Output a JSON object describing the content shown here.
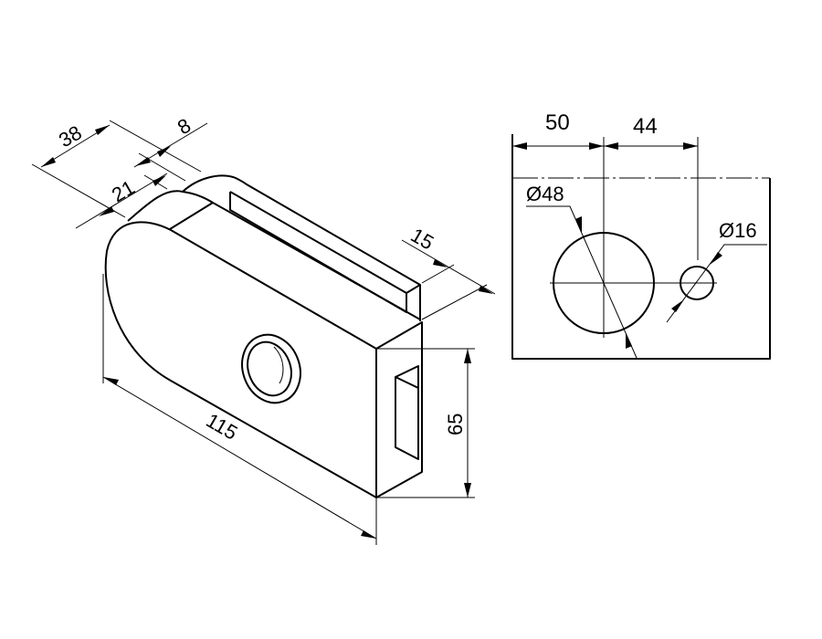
{
  "isometric_view": {
    "dimensions": {
      "depth": "38",
      "glass_gap": "21",
      "side": "8",
      "slot": "15",
      "length": "115",
      "height": "65"
    }
  },
  "hole_view": {
    "dimensions": {
      "edge_to_center": "50",
      "center_spacing": "44",
      "large_hole": "Ø48",
      "small_hole": "Ø16"
    }
  }
}
